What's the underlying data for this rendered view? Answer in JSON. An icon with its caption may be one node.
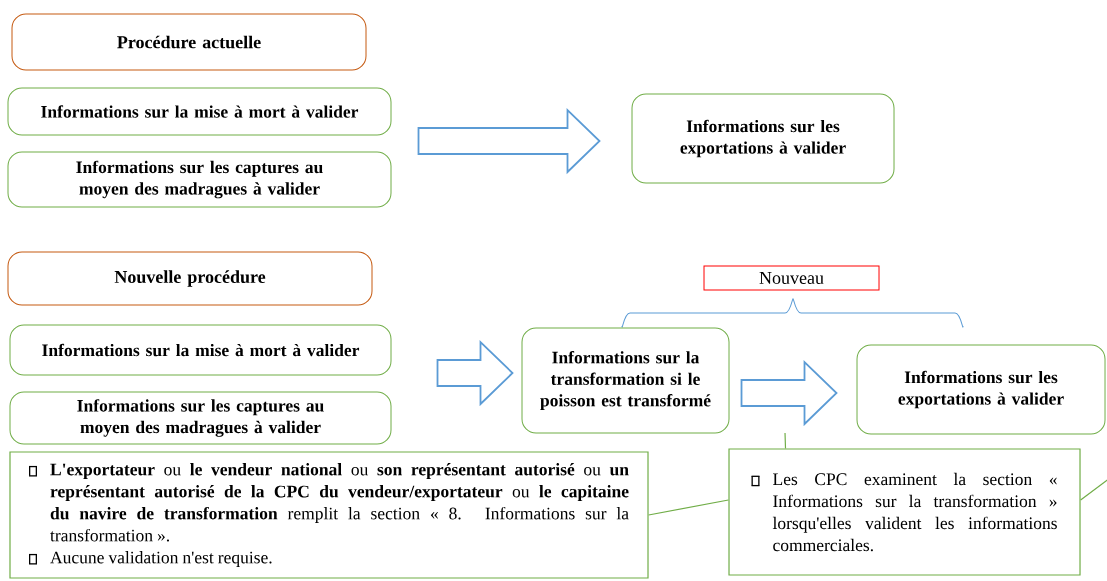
{
  "diagram": {
    "nodes": [
      {
        "text": [
          "Procédure actuelle"
        ]
      },
      {
        "text": [
          "Informations sur la mise à mort à valider"
        ]
      },
      {
        "text": [
          "Informations sur les captures au moyen des madragues à valider"
        ]
      },
      {
        "text": [
          "Informations sur les exportations à valider"
        ]
      },
      {
        "text": [
          "Nouvelle procédure"
        ]
      },
      {
        "text": [
          "Informations sur la mise à mort à valider"
        ]
      },
      {
        "text": [
          "Informations sur les captures au moyen des madragues à valider"
        ]
      },
      {
        "text": [
          "Informations sur la transformation si le poisson est transformé"
        ]
      },
      {
        "text": [
          "Informations sur les exportations à valider"
        ]
      },
      {
        "text": [
          "Nouveau"
        ]
      },
      {
        "text": [
          "**L'exportateur** ou **le vendeur national** ou **son représentant autorisé** ou **un représentant autorisé de la CPC du vendeur/exportateur** ou **le capitaine du navire de transformation** remplit la section « 8. Informations sur la transformation ».",
          "Aucune validation n'est requise."
        ]
      },
      {
        "text": [
          "Les CPC examinent la section « Informations sur la transformation » lorsqu'elles valident les informations commerciales."
        ]
      }
    ],
    "edges": [
      {
        "from": 1,
        "to": 3,
        "arrow": "to"
      },
      {
        "from": 2,
        "to": 3,
        "arrow": "to"
      },
      {
        "from": 5,
        "to": 7,
        "arrow": "to"
      },
      {
        "from": 6,
        "to": 7,
        "arrow": "to"
      },
      {
        "from": 7,
        "to": 8,
        "arrow": "to"
      },
      {
        "from": 11,
        "to": null,
        "arrow": "none",
        "color": "#70ad47"
      },
      {
        "from": 10,
        "to": 11,
        "arrow": "none",
        "color": "#70ad47"
      },
      {
        "from": 11,
        "to": null,
        "arrow": "none",
        "color": "#70ad47"
      }
    ]
  }
}
